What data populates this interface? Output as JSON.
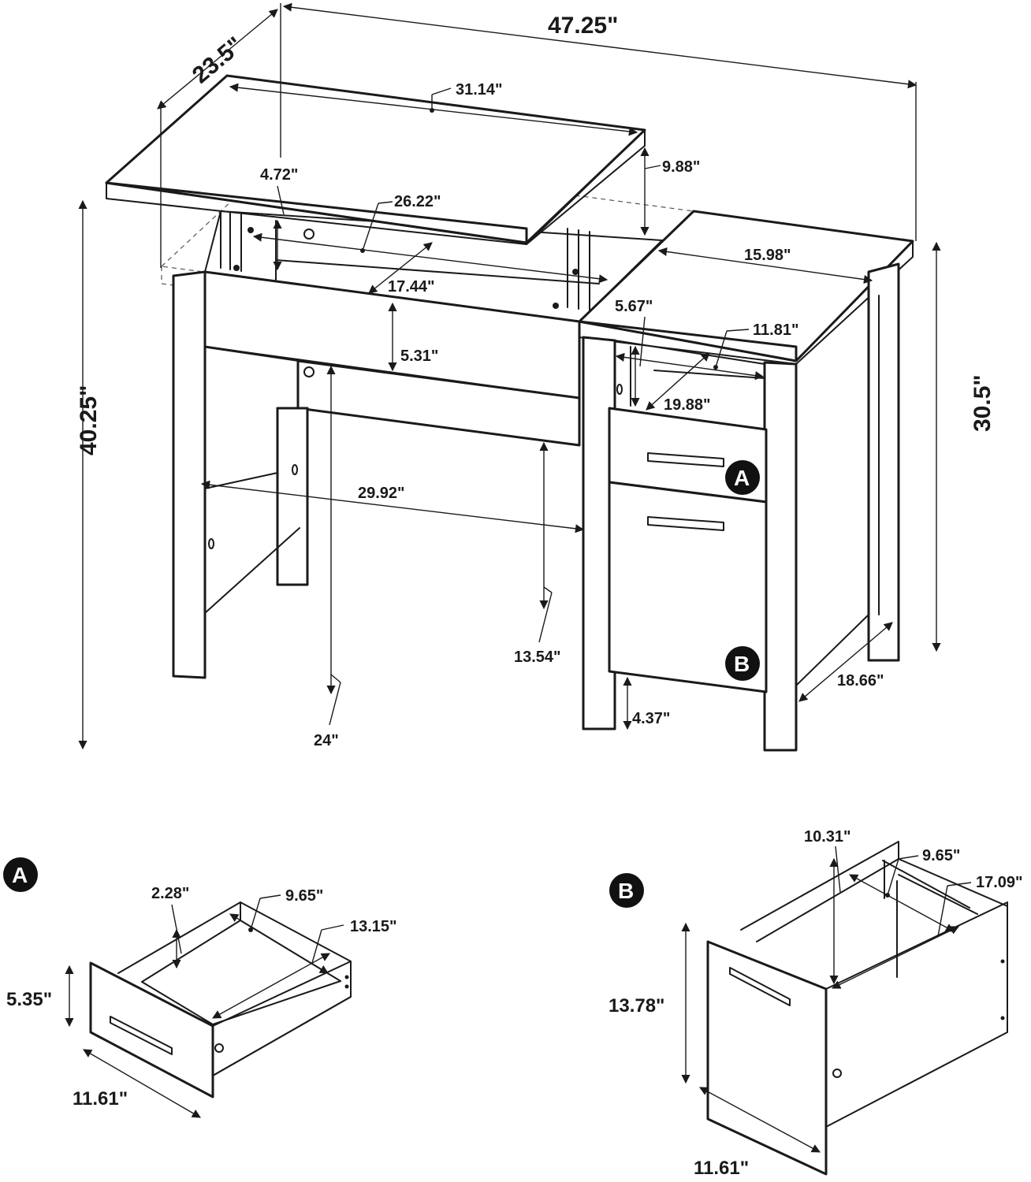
{
  "main_view": {
    "width": "47.25\"",
    "depth": "23.5\"",
    "overall_height": "40.25\"",
    "desk_height": "30.5\"",
    "lift_top_length": "31.14\"",
    "lift_top_rise": "9.88\"",
    "lift_mech_offset": "4.72\"",
    "inner_width": "26.22\"",
    "inner_depth": "17.44\"",
    "apron_height": "5.31\"",
    "side_top_width": "15.98\"",
    "shelf_height": "5.67\"",
    "shelf_width": "11.81\"",
    "shelf_depth": "19.88\"",
    "knee_width": "29.92\"",
    "knee_height_right": "13.54\"",
    "knee_height_left": "24\"",
    "cabinet_depth": "18.66\"",
    "floor_clearance": "4.37\""
  },
  "drawer_a": {
    "badge": "A",
    "inner_height": "2.28\"",
    "inner_width": "9.65\"",
    "inner_depth": "13.15\"",
    "front_height": "5.35\"",
    "front_width": "11.61\""
  },
  "drawer_b": {
    "badge": "B",
    "inner_height": "10.31\"",
    "inner_width": "9.65\"",
    "inner_depth": "17.09\"",
    "front_height": "13.78\"",
    "front_width": "11.61\""
  }
}
